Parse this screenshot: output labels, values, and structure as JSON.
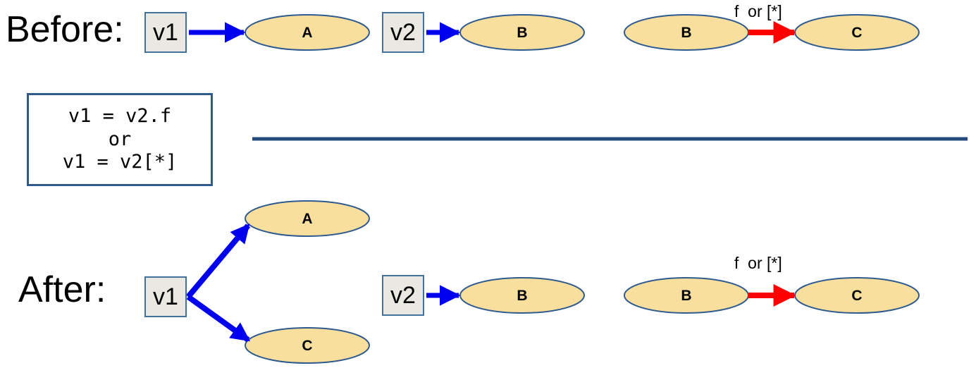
{
  "diagram": {
    "title_visible": false,
    "colors": {
      "ellipse_fill": "#F9DF9E",
      "ellipse_stroke": "#2E5A8E",
      "box_fill": "#EAE9E1",
      "box_stroke": "#44709C",
      "arrow_blue": "#0000EE",
      "arrow_red": "#FF0000",
      "divider": "#24497C",
      "code_border": "#2E5A8E",
      "text": "#000000",
      "background": "#FFFFFF"
    },
    "rows": [
      {
        "id": "before",
        "label": "Before:",
        "groups": [
          {
            "id": "before-g1",
            "source_var": "v1",
            "arrow_color": "blue",
            "target_node": "A",
            "edge_label": ""
          },
          {
            "id": "before-g2",
            "source_var": "v2",
            "arrow_color": "blue",
            "target_node": "B",
            "edge_label": ""
          },
          {
            "id": "before-g3",
            "source_node": "B",
            "arrow_color": "red",
            "target_node": "C",
            "edge_label": "f  or [*]"
          }
        ]
      },
      {
        "id": "after",
        "label": "After:",
        "groups": [
          {
            "id": "after-g1",
            "source_var": "v1",
            "arrow_color": "blue",
            "target_nodes": [
              "A",
              "C"
            ],
            "edge_label": ""
          },
          {
            "id": "after-g2",
            "source_var": "v2",
            "arrow_color": "blue",
            "target_node": "B",
            "edge_label": ""
          },
          {
            "id": "after-g3",
            "source_node": "B",
            "arrow_color": "red",
            "target_node": "C",
            "edge_label": "f  or [*]"
          }
        ]
      }
    ],
    "code_box": {
      "lines": [
        "v1 = v2.f",
        "or",
        "v1 = v2[*]"
      ]
    },
    "nodes": {
      "before_a": "A",
      "before_b1": "B",
      "before_b2": "B",
      "before_c": "C",
      "after_a": "A",
      "after_c_top": "C",
      "after_b1": "B",
      "after_b2": "B",
      "after_c2": "C"
    },
    "vars": {
      "before_v1": "v1",
      "before_v2": "v2",
      "after_v1": "v1",
      "after_v2": "v2"
    },
    "edge_labels": {
      "before_bc": "f  or [*]",
      "after_bc": "f  or [*]"
    }
  }
}
